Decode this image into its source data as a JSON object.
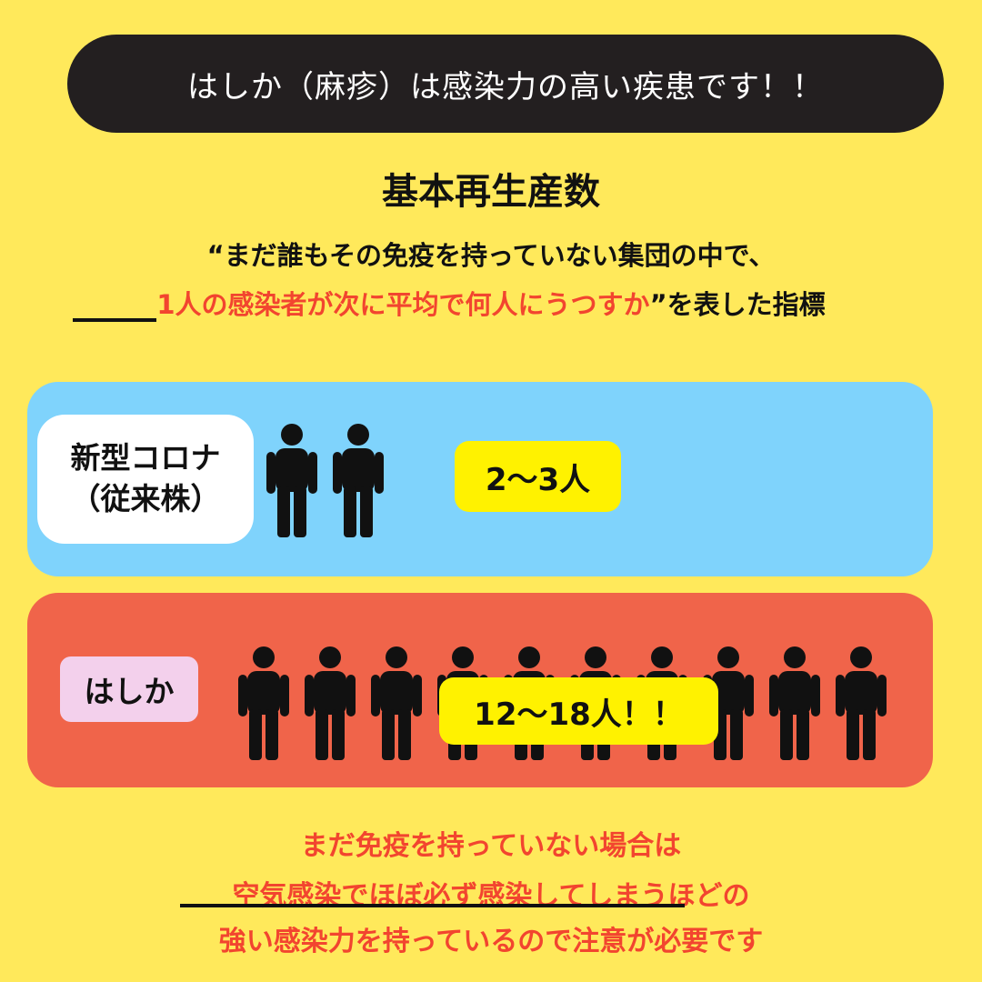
{
  "banner": {
    "text": "はしか（麻疹）は感染力の高い疾患です！！"
  },
  "heading": "基本再生産数",
  "description": {
    "line1": "“まだ誰もその免疫を持っていない集団の中で、",
    "line2_highlight": "1人の感染者が次に平均で何人にうつすか",
    "line2_rest": "”を表した指標"
  },
  "covid": {
    "label_line1": "新型コロナ",
    "label_line2": "（従来株）",
    "count": "2〜3人",
    "people": 2,
    "panel_color": "#7FD3FC"
  },
  "measles": {
    "label": "はしか",
    "count": "12〜18人！！",
    "people": 10,
    "panel_color": "#F0644A"
  },
  "bottom": {
    "line1": "まだ免疫を持っていない場合は",
    "line2": "空気感染でほぼ必ず感染してしまうほどの",
    "line3": "強い感染力を持っているので注意が必要です"
  },
  "colors": {
    "background": "#FFE95B",
    "banner": "#231F20",
    "accent_red": "#F2452F",
    "highlight_yellow": "#FFF200"
  },
  "icons": {
    "person": "person-icon"
  }
}
